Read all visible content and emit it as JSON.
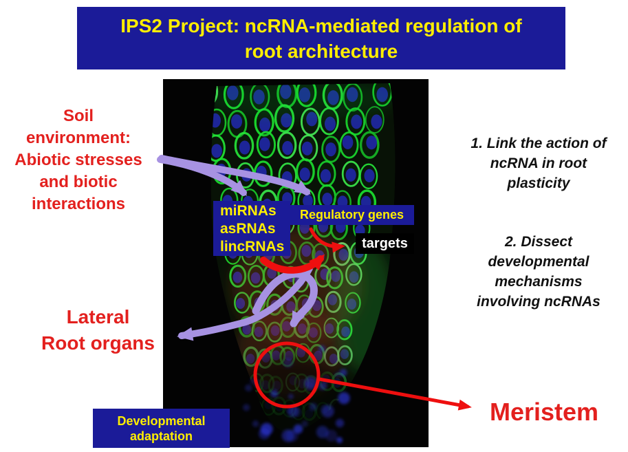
{
  "title": "IPS2 Project: ncRNA-mediated regulation of\nroot architecture",
  "left": {
    "soil_environment": "Soil\nenvironment:\nAbiotic stresses\nand biotic\ninteractions",
    "lateral_root_organs": "Lateral\nRoot organs"
  },
  "figure": {
    "alt": "Confocal micrograph of a root tip: green cell walls, blue nuclei, meristem circled in red",
    "boxes": {
      "ncrnas": "miRNAs\nasRNAs\nlincRNAs",
      "regulatory_genes": "Regulatory genes",
      "targets": "targets",
      "developmental_adaptation": "Developmental\nadaptation"
    }
  },
  "right": {
    "objectives": [
      "1.   Link the action of\nncRNA in root\nplasticity",
      "2.   Dissect\ndevelopmental\nmechanisms\ninvolving ncRNAs"
    ],
    "meristem": "Meristem"
  },
  "colors": {
    "navy": "#1b1b98",
    "yellow": "#ffee00",
    "red_text": "#e3201e",
    "arrow_red": "#ee0f0f",
    "arrow_purple": "#a792e2",
    "targets_bg": "#000000",
    "targets_text": "#ffffff",
    "objectives_text": "#111111"
  }
}
